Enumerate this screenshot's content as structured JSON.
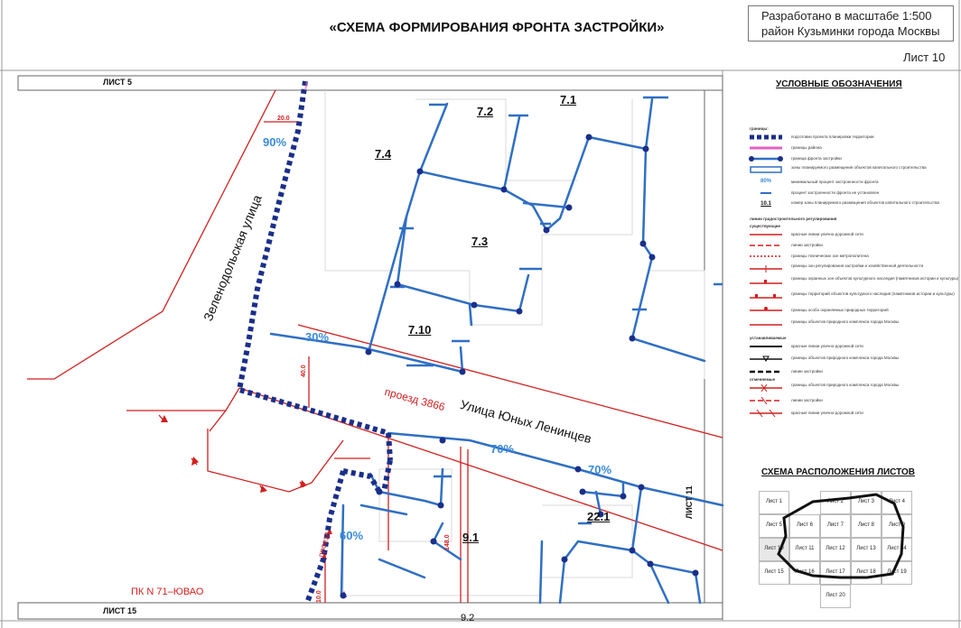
{
  "title": "«СХЕМА ФОРМИРОВАНИЯ ФРОНТА ЗАСТРОЙКИ»",
  "scale_box": {
    "line1": "Разработано в масштабе 1:500",
    "line2": "район Кузьминки города Москвы"
  },
  "sheet_label": "Лист 10",
  "map": {
    "top_sheet": "ЛИСТ 5",
    "bottom_sheet": "ЛИСТ 15",
    "right_sheet": "ЛИСТ 11",
    "street_1": "Зеленодольская улица",
    "street_2": "Улица Юных Ленинцев",
    "passage": "проезд 3866",
    "passage_small": "проезд",
    "pk_label": "ПК N  71–ЮВАО",
    "zones": [
      "7.1",
      "7.2",
      "7.3",
      "7.4",
      "7.10",
      "9.1",
      "22.1",
      "9.2"
    ],
    "percents": [
      "90%",
      "30%",
      "70%",
      "70%",
      "60%"
    ],
    "dims": [
      "20.0",
      "40.0",
      "148.0",
      "10.0"
    ]
  },
  "legend": {
    "title": "УСЛОВНЫЕ ОБОЗНАЧЕНИЯ",
    "section_1": "границы:",
    "rows_1": [
      "подготовки проекта планировки территории",
      "границы района",
      "граница фронта застройки",
      "зоны планируемого размещения объектов капитального строительства",
      "минимальный процент застроенности фронта",
      "процент застроенности фронта не установлен",
      "номер зоны планируемого размещения объектов капитального строительства"
    ],
    "section_2": "линии градостроительного регулирования",
    "section_2b": "существующие",
    "rows_2": [
      "красные линии улично-дорожной сети",
      "линии застройки",
      "границы технических зон метрополитена",
      "границы зон регулирования застройки и хозяйственной деятельности",
      "границы охранных зон объектов культурного наследия (памятников истории и культуры)",
      "границы территорий объектов культурного наследия (памятников истории и культуры)",
      "границы особо охраняемых природных территорий",
      "границы объектов природного комплекса города Москвы"
    ],
    "section_3": "устанавливаемые",
    "rows_3": [
      "красные линии улично-дорожной сети",
      "границы объектов природного комплекса города Москвы",
      "линии застройки"
    ],
    "section_4": "отменяемые",
    "rows_4": [
      "границы объектов природного комплекса города Москвы",
      "линии застройки",
      "красные линии улично-дорожной сети"
    ]
  },
  "scheme": {
    "title": "СХЕМА РАСПОЛОЖЕНИЯ ЛИСТОВ",
    "sheets": [
      "Лист 1",
      "Лист 2",
      "Лист 3",
      "Лист 4",
      "Лист 5",
      "Лист 6",
      "Лист 7",
      "Лист 8",
      "Лист 9",
      "Лист 10",
      "Лист 11",
      "Лист 12",
      "Лист 13",
      "Лист 14",
      "Лист 15",
      "Лист 16",
      "Лист 17",
      "Лист 18",
      "Лист 19",
      "Лист 20"
    ]
  },
  "colors": {
    "blue": "#2f6fc4",
    "navy": "#1a2f8a",
    "red": "#d21f1f",
    "percent": "#3b8ad9"
  }
}
